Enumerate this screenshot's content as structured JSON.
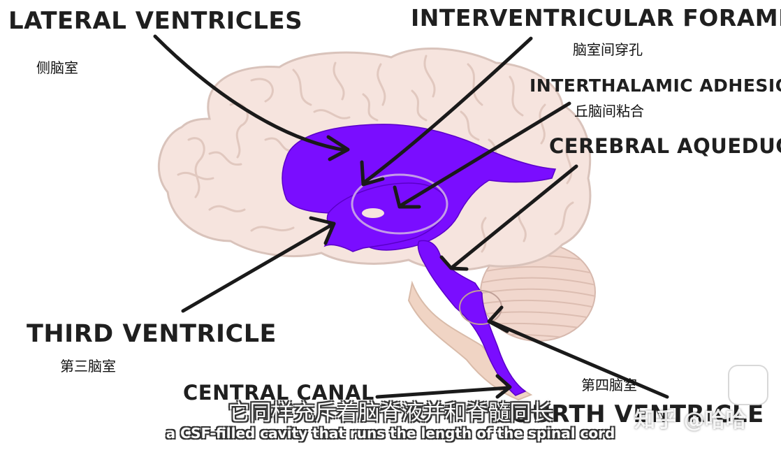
{
  "labels": {
    "lateral_ventricles": {
      "en": "LATERAL VENTRICLES",
      "zh": "侧脑室"
    },
    "interventricular_foramen": {
      "en": "INTERVENTRICULAR FORAMEN",
      "zh": "脑室间穿孔"
    },
    "interthalamic_adhesion": {
      "en": "INTERTHALAMIC ADHESION",
      "zh": "丘脑间粘合"
    },
    "cerebral_aqueduct": {
      "en": "CEREBRAL AQUEDUCT",
      "zh": ""
    },
    "third_ventricle": {
      "en": "THIRD VENTRICLE",
      "zh": "第三脑室"
    },
    "central_canal": {
      "en": "CENTRAL CANAL",
      "zh": ""
    },
    "fourth_ventricle": {
      "en": "FOURTH VENTRICLE",
      "zh": "第四脑室"
    }
  },
  "subtitles": {
    "zh": "它同样充斥着脑脊液并和脊髓同长",
    "en": "a CSF-filled cavity that runs the length of the spinal cord"
  },
  "watermark": {
    "text": "知乎 @哈哈"
  },
  "colors": {
    "ventricle": "#7a0dff",
    "brain": "#f6e4de",
    "brain_outline": "#d9c3bb",
    "pointer": "#1a1a1a"
  },
  "icons": {
    "play": "play-icon"
  }
}
